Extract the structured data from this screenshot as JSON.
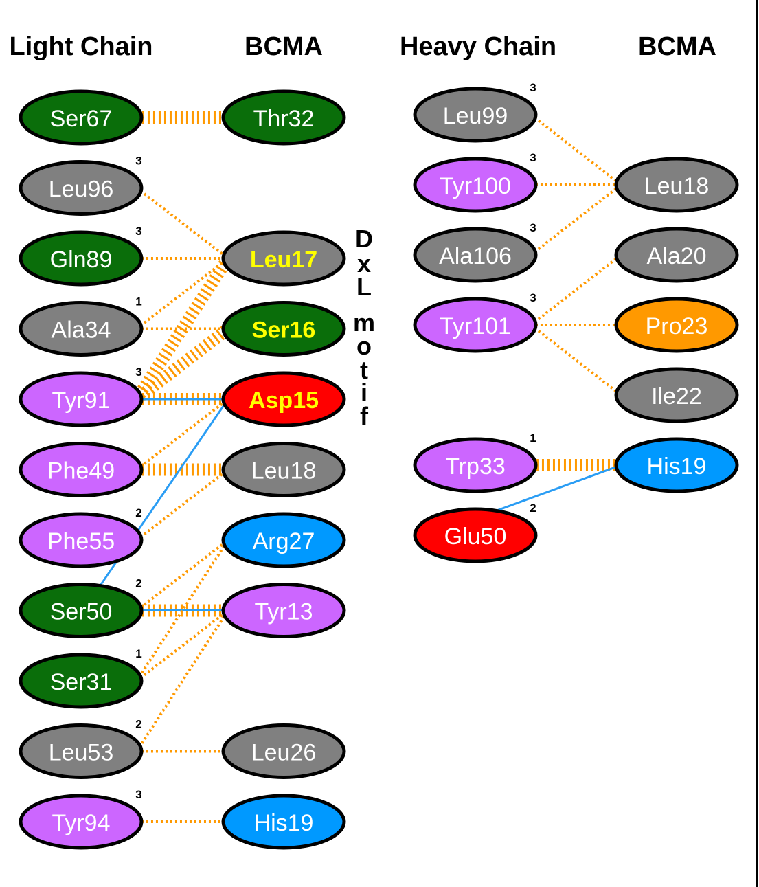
{
  "headers": {
    "light_chain": "Light Chain",
    "bcma_left": "BCMA",
    "heavy_chain": "Heavy Chain",
    "bcma_right": "BCMA"
  },
  "colors": {
    "green": "#0a6e0a",
    "gray": "#808080",
    "purple": "#cc66ff",
    "red": "#ff0000",
    "blue": "#0099ff",
    "orange": "#ff9900",
    "line_orange": "#ff9900",
    "line_blue": "#2a9df4",
    "text_white": "#ffffff",
    "text_yellow": "#ffff00"
  },
  "motif_letters": [
    "D",
    "x",
    "L",
    "m",
    "o",
    "t",
    "i",
    "f"
  ],
  "light_chain_residues": [
    {
      "id": "L_Ser67",
      "label": "Ser67",
      "color": "green",
      "sup": ""
    },
    {
      "id": "L_Leu96",
      "label": "Leu96",
      "color": "gray",
      "sup": "3"
    },
    {
      "id": "L_Gln89",
      "label": "Gln89",
      "color": "green",
      "sup": "3"
    },
    {
      "id": "L_Ala34",
      "label": "Ala34",
      "color": "gray",
      "sup": "1"
    },
    {
      "id": "L_Tyr91",
      "label": "Tyr91",
      "color": "purple",
      "sup": "3"
    },
    {
      "id": "L_Phe49",
      "label": "Phe49",
      "color": "purple",
      "sup": ""
    },
    {
      "id": "L_Phe55",
      "label": "Phe55",
      "color": "purple",
      "sup": "2"
    },
    {
      "id": "L_Ser50",
      "label": "Ser50",
      "color": "green",
      "sup": "2"
    },
    {
      "id": "L_Ser31",
      "label": "Ser31",
      "color": "green",
      "sup": "1"
    },
    {
      "id": "L_Leu53",
      "label": "Leu53",
      "color": "gray",
      "sup": "2"
    },
    {
      "id": "L_Tyr94",
      "label": "Tyr94",
      "color": "purple",
      "sup": "3"
    }
  ],
  "bcma_left_residues": [
    {
      "id": "BL_Thr32",
      "label": "Thr32",
      "color": "green",
      "row": 0,
      "text": "white"
    },
    {
      "id": "BL_Leu17",
      "label": "Leu17",
      "color": "gray",
      "row": 2,
      "text": "yellow"
    },
    {
      "id": "BL_Ser16",
      "label": "Ser16",
      "color": "green",
      "row": 3,
      "text": "yellow"
    },
    {
      "id": "BL_Asp15",
      "label": "Asp15",
      "color": "red",
      "row": 4,
      "text": "yellow"
    },
    {
      "id": "BL_Leu18",
      "label": "Leu18",
      "color": "gray",
      "row": 5,
      "text": "white"
    },
    {
      "id": "BL_Arg27",
      "label": "Arg27",
      "color": "blue",
      "row": 6,
      "text": "white"
    },
    {
      "id": "BL_Tyr13",
      "label": "Tyr13",
      "color": "purple",
      "row": 7,
      "text": "white"
    },
    {
      "id": "BL_Leu26",
      "label": "Leu26",
      "color": "gray",
      "row": 9,
      "text": "white"
    },
    {
      "id": "BL_His19",
      "label": "His19",
      "color": "blue",
      "row": 10,
      "text": "white"
    }
  ],
  "heavy_chain_residues": [
    {
      "id": "H_Leu99",
      "label": "Leu99",
      "color": "gray",
      "row": 0,
      "sup": "3"
    },
    {
      "id": "H_Tyr100",
      "label": "Tyr100",
      "color": "purple",
      "row": 1,
      "sup": "3"
    },
    {
      "id": "H_Ala106",
      "label": "Ala106",
      "color": "gray",
      "row": 2,
      "sup": "3"
    },
    {
      "id": "H_Tyr101",
      "label": "Tyr101",
      "color": "purple",
      "row": 3,
      "sup": "3"
    },
    {
      "id": "H_Trp33",
      "label": "Trp33",
      "color": "purple",
      "row": 5,
      "sup": "1"
    },
    {
      "id": "H_Glu50",
      "label": "Glu50",
      "color": "red",
      "row": 6,
      "sup": "2"
    }
  ],
  "bcma_right_residues": [
    {
      "id": "BR_Leu18",
      "label": "Leu18",
      "color": "gray",
      "row": 1
    },
    {
      "id": "BR_Ala20",
      "label": "Ala20",
      "color": "gray",
      "row": 2
    },
    {
      "id": "BR_Pro23",
      "label": "Pro23",
      "color": "orange",
      "row": 3
    },
    {
      "id": "BR_Ile22",
      "label": "Ile22",
      "color": "gray",
      "row": 4
    },
    {
      "id": "BR_His19",
      "label": "His19",
      "color": "blue",
      "row": 5
    }
  ],
  "interactions": [
    {
      "from": "L_Ser67",
      "to": "BL_Thr32",
      "type": "hydrophobic",
      "strength": "heavy"
    },
    {
      "from": "L_Leu96",
      "to": "BL_Leu17",
      "type": "hydrophobic",
      "strength": "light"
    },
    {
      "from": "L_Gln89",
      "to": "BL_Leu17",
      "type": "hydrophobic",
      "strength": "light"
    },
    {
      "from": "L_Ala34",
      "to": "BL_Leu17",
      "type": "hydrophobic",
      "strength": "light"
    },
    {
      "from": "L_Ala34",
      "to": "BL_Ser16",
      "type": "hydrophobic",
      "strength": "light"
    },
    {
      "from": "L_Tyr91",
      "to": "BL_Leu17",
      "type": "hydrophobic",
      "strength": "heavy"
    },
    {
      "from": "L_Tyr91",
      "to": "BL_Ser16",
      "type": "hydrophobic",
      "strength": "heavy"
    },
    {
      "from": "L_Tyr91",
      "to": "BL_Asp15",
      "type": "hydrophobic",
      "strength": "heavy"
    },
    {
      "from": "L_Tyr91",
      "to": "BL_Asp15",
      "type": "hbond"
    },
    {
      "from": "L_Phe49",
      "to": "BL_Asp15",
      "type": "hydrophobic",
      "strength": "light"
    },
    {
      "from": "L_Phe49",
      "to": "BL_Leu18",
      "type": "hydrophobic",
      "strength": "heavy"
    },
    {
      "from": "L_Phe55",
      "to": "BL_Leu18",
      "type": "hydrophobic",
      "strength": "light"
    },
    {
      "from": "L_Ser50",
      "to": "BL_Asp15",
      "type": "hbond"
    },
    {
      "from": "L_Ser50",
      "to": "BL_Arg27",
      "type": "hydrophobic",
      "strength": "light"
    },
    {
      "from": "L_Ser50",
      "to": "BL_Tyr13",
      "type": "hydrophobic",
      "strength": "heavy"
    },
    {
      "from": "L_Ser50",
      "to": "BL_Tyr13",
      "type": "hbond"
    },
    {
      "from": "L_Ser31",
      "to": "BL_Arg27",
      "type": "hydrophobic",
      "strength": "light"
    },
    {
      "from": "L_Ser31",
      "to": "BL_Tyr13",
      "type": "hydrophobic",
      "strength": "light"
    },
    {
      "from": "L_Leu53",
      "to": "BL_Tyr13",
      "type": "hydrophobic",
      "strength": "light"
    },
    {
      "from": "L_Leu53",
      "to": "BL_Leu26",
      "type": "hydrophobic",
      "strength": "light"
    },
    {
      "from": "L_Tyr94",
      "to": "BL_His19",
      "type": "hydrophobic",
      "strength": "light"
    },
    {
      "from": "H_Leu99",
      "to": "BR_Leu18",
      "type": "hydrophobic",
      "strength": "light"
    },
    {
      "from": "H_Tyr100",
      "to": "BR_Leu18",
      "type": "hydrophobic",
      "strength": "light"
    },
    {
      "from": "H_Ala106",
      "to": "BR_Leu18",
      "type": "hydrophobic",
      "strength": "light"
    },
    {
      "from": "H_Tyr101",
      "to": "BR_Ala20",
      "type": "hydrophobic",
      "strength": "light"
    },
    {
      "from": "H_Tyr101",
      "to": "BR_Pro23",
      "type": "hydrophobic",
      "strength": "light"
    },
    {
      "from": "H_Tyr101",
      "to": "BR_Ile22",
      "type": "hydrophobic",
      "strength": "light"
    },
    {
      "from": "H_Trp33",
      "to": "BR_His19",
      "type": "hydrophobic",
      "strength": "heavy"
    },
    {
      "from": "H_Glu50",
      "to": "BR_His19",
      "type": "hbond"
    }
  ]
}
